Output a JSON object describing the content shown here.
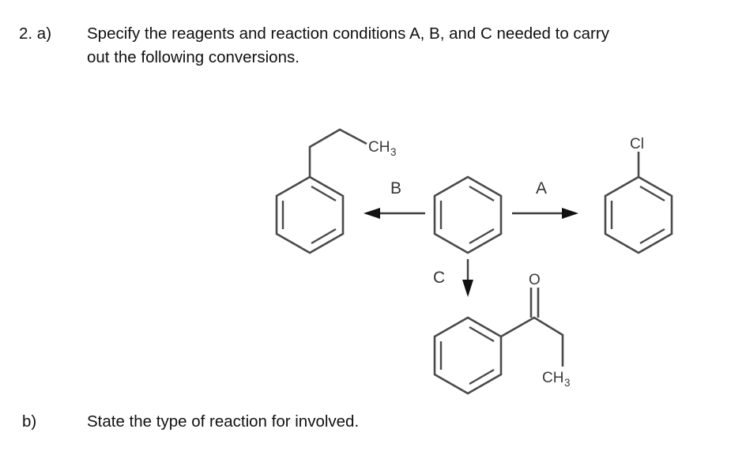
{
  "page": {
    "background": "#ffffff",
    "ink": "#3f3f3f"
  },
  "questions": [
    {
      "number": "2. a)",
      "lines": [
        "Specify the reagents and reaction conditions A, B, and C needed to carry",
        "out the following conversions."
      ]
    },
    {
      "number": "b)",
      "lines": [
        "State the type of reaction for involved."
      ]
    }
  ],
  "scheme": {
    "reagent_labels": {
      "a": "A",
      "b": "B",
      "c": "C"
    },
    "structures": {
      "propylbenzene": {
        "name": "propylbenzene",
        "terminal_label": "CH",
        "terminal_sub": "3",
        "position": "left"
      },
      "benzene": {
        "name": "benzene",
        "position": "center"
      },
      "chlorobenzene": {
        "name": "chlorobenzene",
        "substituent_label": "Cl",
        "position": "right"
      },
      "propiophenone": {
        "name": "propiophenone",
        "carbonyl_label": "O",
        "terminal_label": "CH",
        "terminal_sub": "3",
        "position": "bottom"
      }
    }
  }
}
